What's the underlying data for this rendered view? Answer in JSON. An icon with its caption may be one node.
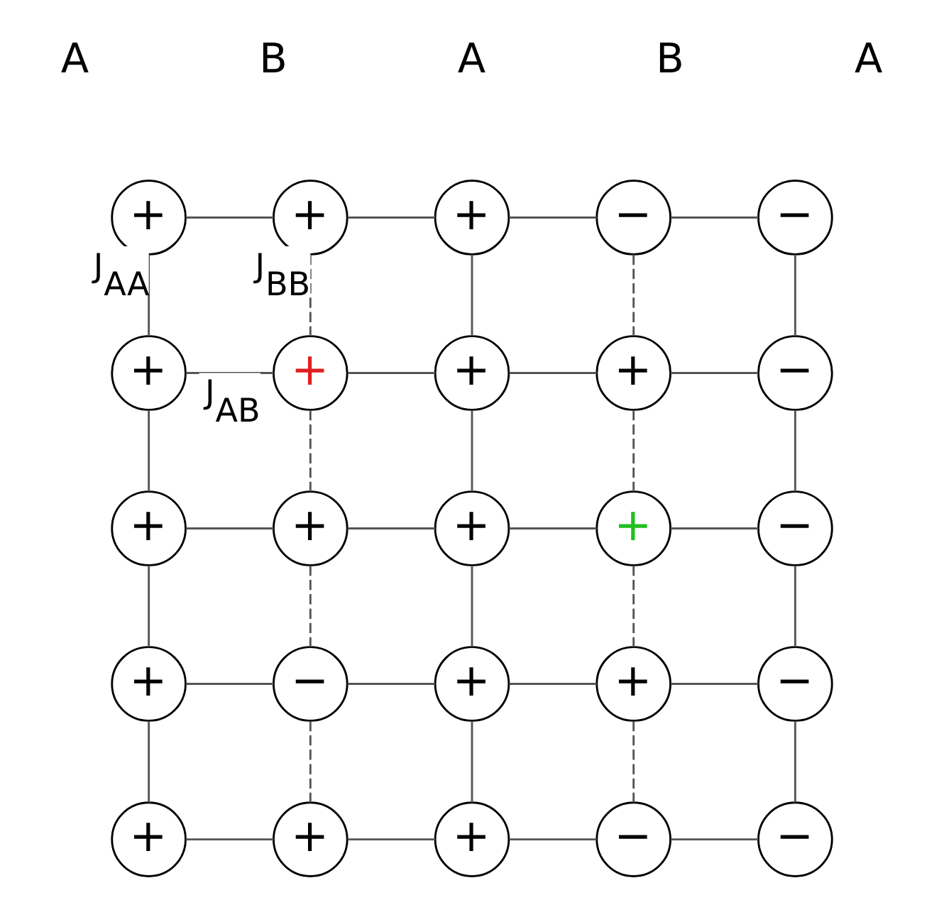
{
  "diagram": {
    "nodes": [
      {
        "text": [
          "+"
        ]
      },
      {
        "text": [
          "+"
        ]
      },
      {
        "text": [
          "+"
        ]
      },
      {
        "text": [
          "−"
        ]
      },
      {
        "text": [
          "−"
        ]
      },
      {
        "text": [
          "+"
        ]
      },
      {
        "text": [
          "+"
        ]
      },
      {
        "text": [
          "+"
        ]
      },
      {
        "text": [
          "+"
        ]
      },
      {
        "text": [
          "−"
        ]
      },
      {
        "text": [
          "+"
        ]
      },
      {
        "text": [
          "+"
        ]
      },
      {
        "text": [
          "+"
        ]
      },
      {
        "text": [
          "+"
        ]
      },
      {
        "text": [
          "−"
        ]
      },
      {
        "text": [
          "+"
        ]
      },
      {
        "text": [
          "−"
        ]
      },
      {
        "text": [
          "+"
        ]
      },
      {
        "text": [
          "+"
        ]
      },
      {
        "text": [
          "−"
        ]
      },
      {
        "text": [
          "+"
        ]
      },
      {
        "text": [
          "+"
        ]
      },
      {
        "text": [
          "+"
        ]
      },
      {
        "text": [
          "−"
        ]
      },
      {
        "text": [
          "−"
        ]
      }
    ],
    "edges": [
      {
        "from": 0,
        "to": 1,
        "arrow": "none"
      },
      {
        "from": 1,
        "to": 2,
        "arrow": "none"
      },
      {
        "from": 2,
        "to": 3,
        "arrow": "none"
      },
      {
        "from": 3,
        "to": 4,
        "arrow": "none"
      },
      {
        "from": 5,
        "to": 6,
        "arrow": "none",
        "label": "J$_{AB}$"
      },
      {
        "from": 6,
        "to": 7,
        "arrow": "none"
      },
      {
        "from": 7,
        "to": 8,
        "arrow": "none"
      },
      {
        "from": 8,
        "to": 9,
        "arrow": "none"
      },
      {
        "from": 10,
        "to": 11,
        "arrow": "none"
      },
      {
        "from": 11,
        "to": 12,
        "arrow": "none"
      },
      {
        "from": 12,
        "to": 13,
        "arrow": "none"
      },
      {
        "from": 13,
        "to": 14,
        "arrow": "none"
      },
      {
        "from": 15,
        "to": 16,
        "arrow": "none"
      },
      {
        "from": 16,
        "to": 17,
        "arrow": "none"
      },
      {
        "from": 17,
        "to": 18,
        "arrow": "none"
      },
      {
        "from": 18,
        "to": 19,
        "arrow": "none"
      },
      {
        "from": 20,
        "to": 21,
        "arrow": "none"
      },
      {
        "from": 21,
        "to": 22,
        "arrow": "none"
      },
      {
        "from": 22,
        "to": 23,
        "arrow": "none"
      },
      {
        "from": 23,
        "to": 24,
        "arrow": "none"
      },
      {
        "from": 0,
        "to": 5,
        "arrow": "none",
        "label": "J$_{AA}$"
      },
      {
        "from": 5,
        "to": 10,
        "arrow": "none"
      },
      {
        "from": 10,
        "to": 15,
        "arrow": "none"
      },
      {
        "from": 15,
        "to": 20,
        "arrow": "none"
      },
      {
        "from": 1,
        "to": 6,
        "arrow": "none",
        "style": "dashed",
        "label": "J$_{BB}$"
      },
      {
        "from": 6,
        "to": 11,
        "arrow": "none",
        "style": "dashed"
      },
      {
        "from": 11,
        "to": 16,
        "arrow": "none",
        "style": "dashed"
      },
      {
        "from": 16,
        "to": 21,
        "arrow": "none",
        "style": "dashed"
      },
      {
        "from": 2,
        "to": 7,
        "arrow": "none"
      },
      {
        "from": 7,
        "to": 12,
        "arrow": "none"
      },
      {
        "from": 12,
        "to": 17,
        "arrow": "none"
      },
      {
        "from": 17,
        "to": 22,
        "arrow": "none"
      },
      {
        "from": 3,
        "to": 8,
        "arrow": "none",
        "style": "dashed"
      },
      {
        "from": 8,
        "to": 13,
        "arrow": "none",
        "style": "dashed"
      },
      {
        "from": 13,
        "to": 18,
        "arrow": "none",
        "style": "dashed"
      },
      {
        "from": 18,
        "to": 23,
        "arrow": "none",
        "style": "dashed"
      },
      {
        "from": 4,
        "to": 9,
        "arrow": "none"
      },
      {
        "from": 9,
        "to": 14,
        "arrow": "none"
      },
      {
        "from": 14,
        "to": 19,
        "arrow": "none"
      },
      {
        "from": 19,
        "to": 24,
        "arrow": "none"
      }
    ],
    "labels": [
      "A",
      "B",
      "A",
      "B",
      "A"
    ]
  }
}
